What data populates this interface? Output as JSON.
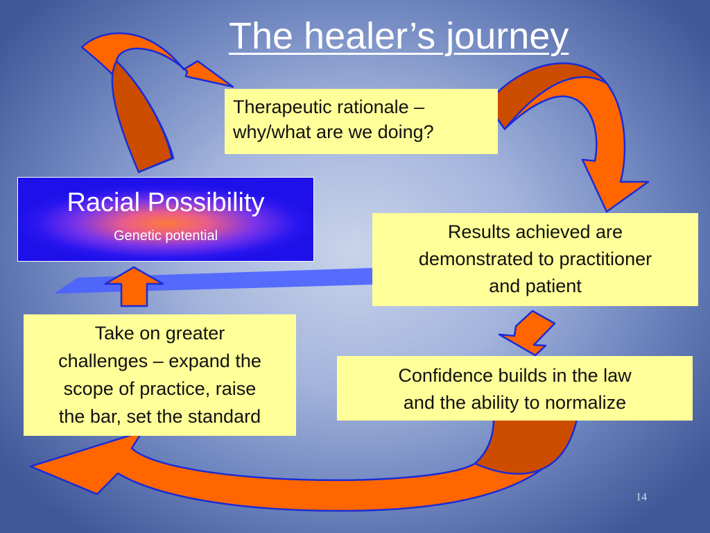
{
  "slide": {
    "title": "The healer’s journey",
    "page_number": "14"
  },
  "boxes": {
    "rationale": [
      "Therapeutic rationale –",
      "why/what are we doing?"
    ],
    "results": [
      "Results achieved are",
      "demonstrated to practitioner",
      "and patient"
    ],
    "confidence": [
      "Confidence builds in the law",
      "and the ability to normalize"
    ],
    "challenges": [
      "Take on greater",
      "challenges – expand the",
      "scope of practice, raise",
      "the bar, set the standard"
    ]
  },
  "racial_possibility": {
    "title": "Racial Possibility",
    "subtitle": "Genetic potential"
  },
  "colors": {
    "arrow_fill": "#ff6600",
    "arrow_shadow": "#cc4c00",
    "arrow_outline": "#1a2bd6",
    "box_fill": "#ffff99",
    "band": "#4a62ff"
  }
}
